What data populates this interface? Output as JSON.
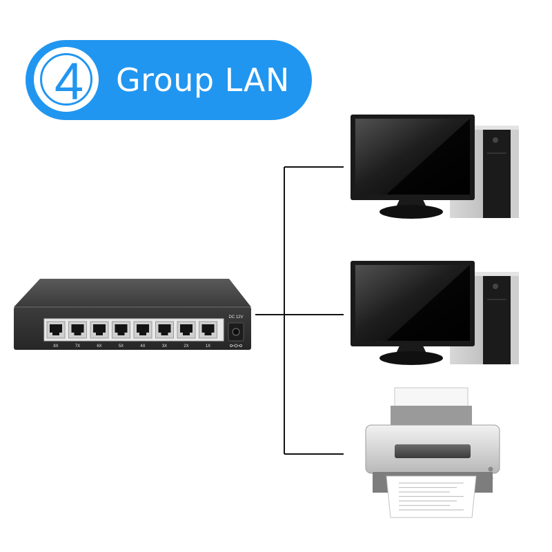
{
  "banner": {
    "number": "4",
    "title": "Group LAN",
    "color": "#2196f0"
  },
  "switch": {
    "port_labels": [
      "8X",
      "7X",
      "6X",
      "5X",
      "4X",
      "3X",
      "2X",
      "1X"
    ],
    "power_label": "DC 12V"
  },
  "devices": [
    {
      "type": "desktop-computer",
      "icon": "desktop-computer-icon"
    },
    {
      "type": "desktop-computer",
      "icon": "desktop-computer-icon"
    },
    {
      "type": "printer",
      "icon": "printer-icon"
    }
  ],
  "connector": {
    "color": "#111111"
  }
}
